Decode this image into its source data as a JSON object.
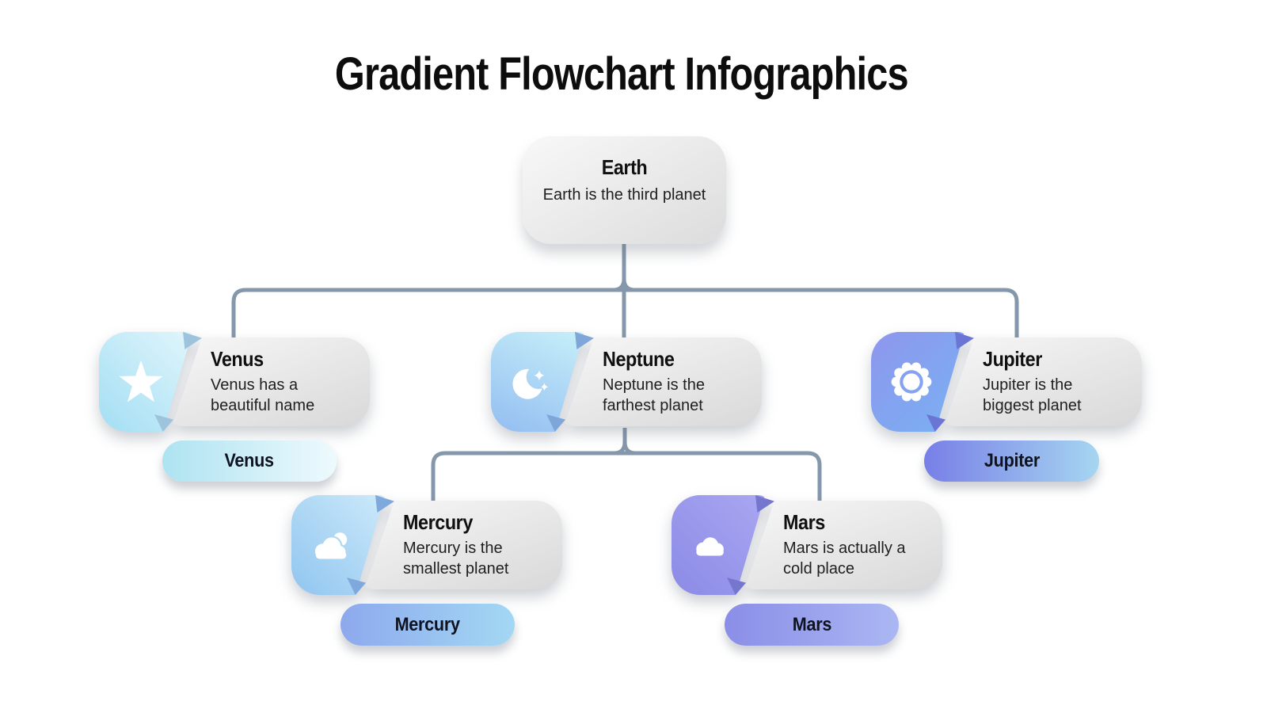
{
  "title": "Gradient Flowchart Infographics",
  "colors": {
    "background": "#ffffff",
    "connector": "#8497AB",
    "box_gray_start": "#f7f7f7",
    "box_gray_end": "#dadadb",
    "venus_tile": [
      "#e2f6fc",
      "#a2def3"
    ],
    "venus_pill": [
      "#aee3f1",
      "#eefafd"
    ],
    "neptune_tile": [
      "#c7f0f9",
      "#93bdf1"
    ],
    "jupiter_tile": [
      "#8e96ed",
      "#78b2f3"
    ],
    "jupiter_pill": [
      "#787fe7",
      "#a6d6f1"
    ],
    "mercury_tile": [
      "#cdeafa",
      "#90c5f0"
    ],
    "mercury_pill": [
      "#8da9ed",
      "#a3d8f3"
    ],
    "mars_tile": [
      "#aaa7f1",
      "#8b8ae6"
    ],
    "mars_pill": [
      "#8a8ee7",
      "#abb7f3"
    ]
  },
  "nodes": {
    "earth": {
      "title": "Earth",
      "description": "Earth is the third planet"
    },
    "venus": {
      "title": "Venus",
      "description": "Venus has a beautiful name",
      "icon": "star-icon",
      "badge": "Venus"
    },
    "neptune": {
      "title": "Neptune",
      "description": "Neptune is the farthest planet",
      "icon": "moon-sparkles-icon"
    },
    "jupiter": {
      "title": "Jupiter",
      "description": "Jupiter is the biggest planet",
      "icon": "sun-badge-icon",
      "badge": "Jupiter"
    },
    "mercury": {
      "title": "Mercury",
      "description": "Mercury is the smallest planet",
      "icon": "clouds-icon",
      "badge": "Mercury"
    },
    "mars": {
      "title": "Mars",
      "description": "Mars is actually a cold place",
      "icon": "cloud-icon",
      "badge": "Mars"
    }
  }
}
